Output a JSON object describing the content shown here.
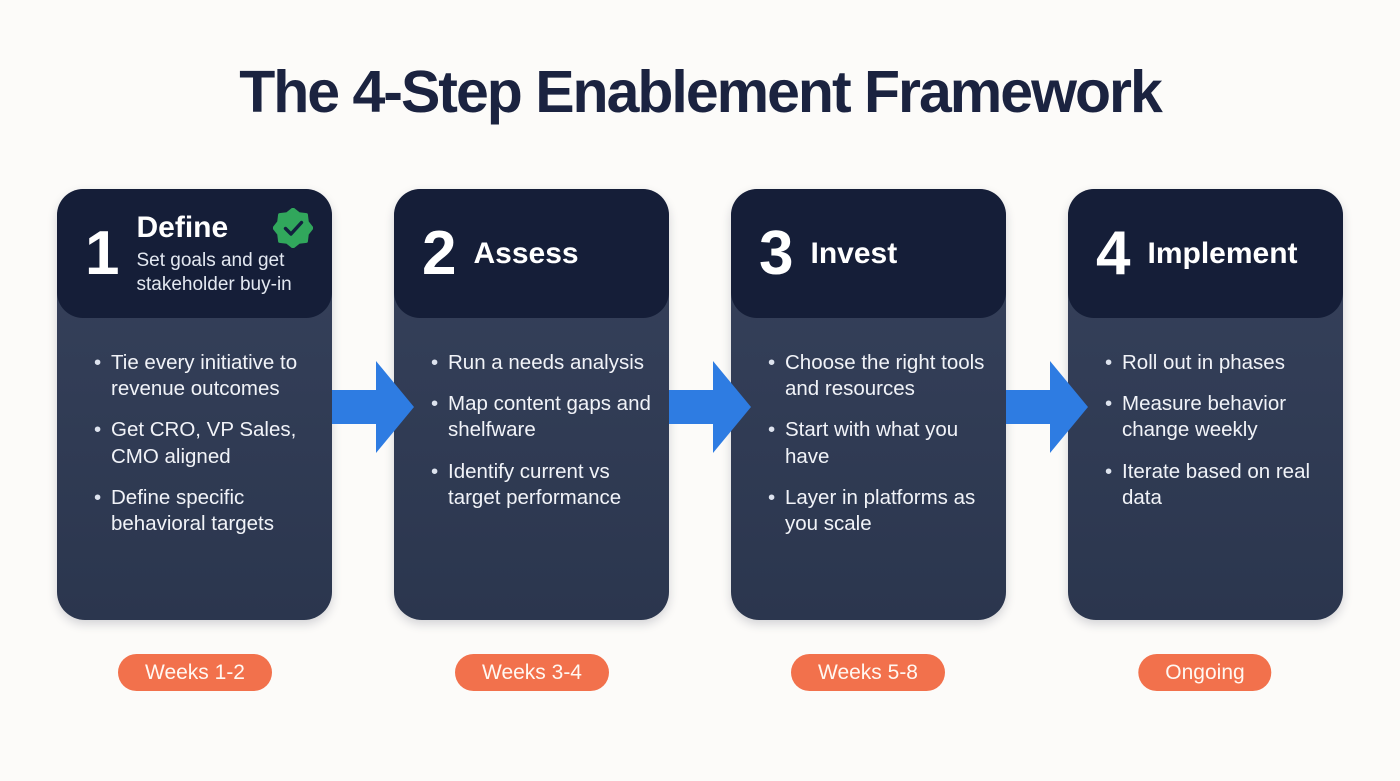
{
  "page": {
    "title": "The 4-Step Enablement Framework"
  },
  "colors": {
    "title_navy": "#1b2340",
    "header_navy": "#151e38",
    "body_navy_top": "#37425c",
    "body_navy_bottom": "#2b364e",
    "arrow_blue": "#2e7ce2",
    "badge_orange": "#f2714c",
    "check_green": "#31a75c",
    "page_bg": "#fcfbf9"
  },
  "steps": [
    {
      "number": "1",
      "title": "Define",
      "subtitle": "Set goals and get stakeholder buy-in",
      "verified_icon": "verified-check-badge",
      "bullets": [
        "Tie every initiative to revenue outcomes",
        "Get CRO, VP Sales, CMO aligned",
        "Define specific behavioral targets"
      ],
      "timeline": "Weeks 1-2"
    },
    {
      "number": "2",
      "title": "Assess",
      "bullets": [
        "Run a needs analysis",
        "Map content gaps and shelfware",
        "Identify current vs target performance"
      ],
      "timeline": "Weeks 3-4"
    },
    {
      "number": "3",
      "title": "Invest",
      "bullets": [
        "Choose the right tools and resources",
        "Start with what you have",
        "Layer in platforms as you scale"
      ],
      "timeline": "Weeks 5-8"
    },
    {
      "number": "4",
      "title": "Implement",
      "bullets": [
        "Roll out in phases",
        "Measure behavior change weekly",
        "Iterate based on real data"
      ],
      "timeline": "Ongoing"
    }
  ]
}
